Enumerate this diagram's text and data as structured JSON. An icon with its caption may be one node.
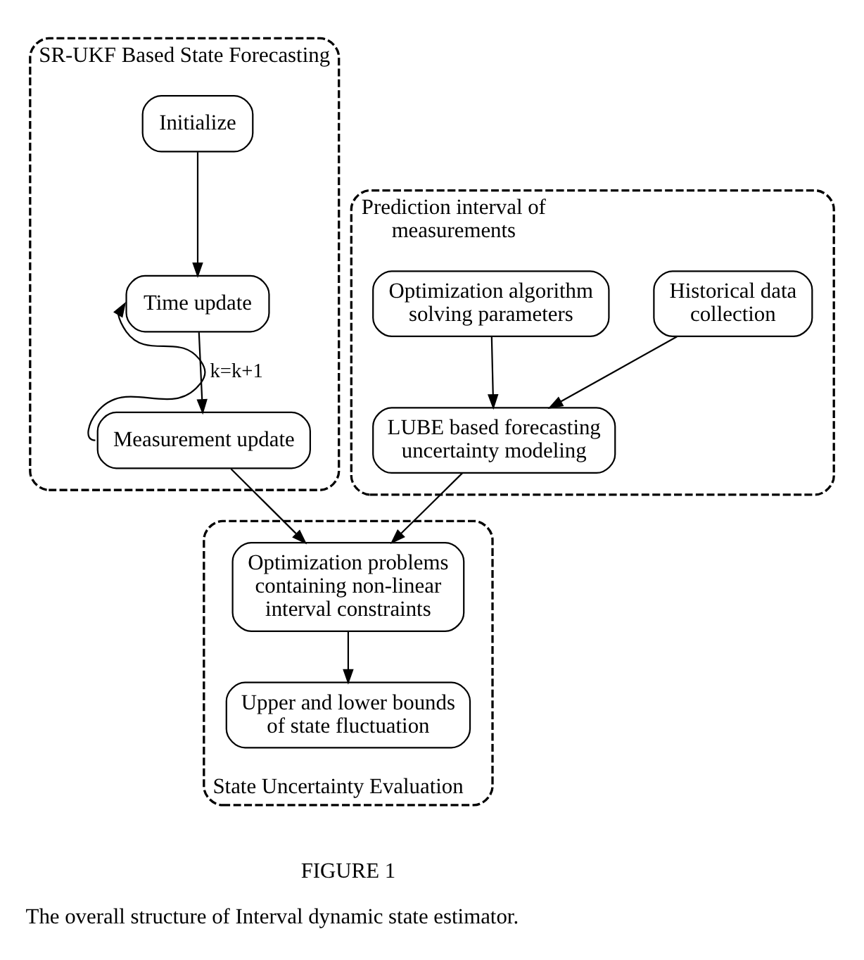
{
  "diagram": {
    "caption": "The overall structure of Interval dynamic state estimator.",
    "nodes": [
      {
        "text": [
          "SR-UKF Based State Forecasting"
        ]
      },
      {
        "text": [
          "Initialize"
        ],
        "in": 0
      },
      {
        "text": [
          "Time update"
        ],
        "in": 0
      },
      {
        "text": [
          "Measurement update"
        ],
        "in": 0
      },
      {
        "text": [
          "Prediction interval of measurements"
        ]
      },
      {
        "text": [
          "Historical data collection"
        ],
        "in": 4
      },
      {
        "text": [
          "Optimization algorithm solving parameters"
        ],
        "in": 4
      },
      {
        "text": [
          "LUBE based forecasting uncertainty modeling"
        ],
        "in": 4
      },
      {
        "text": [
          "State Uncertainty Evaluation"
        ]
      },
      {
        "text": [
          "Optimization problems containing non-linear interval constraints"
        ],
        "in": 8
      },
      {
        "text": [
          "Upper and lower bounds of state fluctuation"
        ],
        "in": 8
      }
    ],
    "edges": [
      {
        "from": 1,
        "to": 2,
        "arrow": "to"
      },
      {
        "from": 2,
        "to": 3,
        "arrow": "to"
      },
      {
        "from": 3,
        "to": 2,
        "arrow": "to",
        "label": "k=k+1"
      },
      {
        "from": 5,
        "to": 7,
        "arrow": "to"
      },
      {
        "from": 6,
        "to": 7,
        "arrow": "to"
      },
      {
        "from": 3,
        "to": 9,
        "arrow": "to"
      },
      {
        "from": 7,
        "to": 9,
        "arrow": "to"
      },
      {
        "from": 9,
        "to": 10,
        "arrow": "to"
      }
    ],
    "labels": [
      "FIGURE 1"
    ]
  }
}
